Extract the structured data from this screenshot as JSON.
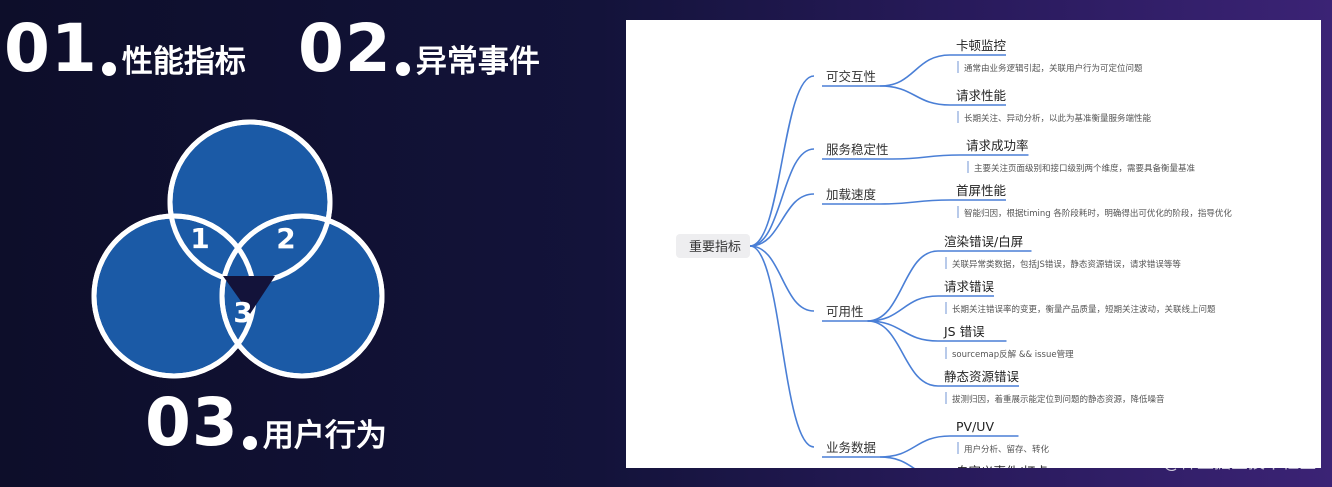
{
  "titles": {
    "t1": {
      "num": "01",
      "text": "性能指标"
    },
    "t2": {
      "num": "02",
      "text": "异常事件"
    },
    "t3": {
      "num": "03",
      "text": "用户行为"
    }
  },
  "venn": {
    "labels": [
      "1",
      "2",
      "3"
    ],
    "fill_color": "#1b5aa6",
    "stroke_color": "#ffffff"
  },
  "mindmap": {
    "root": "重要指标",
    "line_color": "#4a7fd6",
    "branches": [
      {
        "label": "可交互性",
        "children": [
          {
            "title": "卡顿监控",
            "desc": "通常由业务逻辑引起，关联用户行为可定位问题"
          },
          {
            "title": "请求性能",
            "desc": "长期关注、异动分析，以此为基准衡量服务端性能"
          }
        ]
      },
      {
        "label": "服务稳定性",
        "children": [
          {
            "title": "请求成功率",
            "desc": "主要关注页面级别和接口级别两个维度，需要具备衡量基准"
          }
        ]
      },
      {
        "label": "加载速度",
        "children": [
          {
            "title": "首屏性能",
            "desc": "智能归因，根据timing 各阶段耗时，明确得出可优化的阶段，指导优化"
          }
        ]
      },
      {
        "label": "可用性",
        "children": [
          {
            "title": "渲染错误/白屏",
            "desc": "关联异常类数据，包括JS错误，静态资源错误，请求错误等等"
          },
          {
            "title": "请求错误",
            "desc": "长期关注错误率的变更，衡量产品质量，短期关注波动，关联线上问题"
          },
          {
            "title": "JS 错误",
            "desc": "sourcemap反解 && issue管理"
          },
          {
            "title": "静态资源错误",
            "desc": "拔测归因，着重展示能定位到问题的静态资源，降低噪音"
          }
        ]
      },
      {
        "label": "业务数据",
        "children": [
          {
            "title": "PV/UV",
            "desc": "用户分析、留存、转化"
          },
          {
            "title": "自定义事件/打点",
            "desc": ""
          }
        ]
      }
    ]
  },
  "footer": {
    "brand": "@稀土掘金技术社区"
  }
}
